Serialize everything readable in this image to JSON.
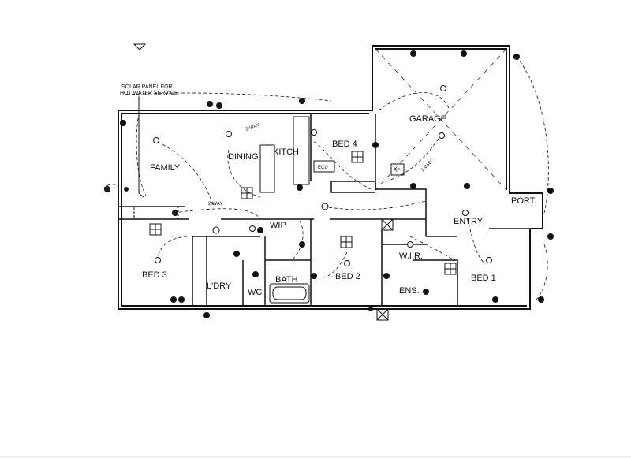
{
  "plan": {
    "solar_note_line1": "SOLAR PANEL FOR",
    "solar_note_line2": "HOT WATER SERVICE",
    "rooms": {
      "family": "FAMILY",
      "dining": "DINING",
      "kitch": "KITCH",
      "bed4": "BED 4",
      "garage": "GARAGE",
      "entry": "ENTRY",
      "port": "PORT.",
      "wip": "WIP",
      "bed3": "BED 3",
      "ldry": "L'DRY",
      "wc": "WC",
      "bath": "BATH",
      "bed2": "BED 2",
      "wir": "W.I.R.",
      "ens": "ENS.",
      "bed1": "BED 1"
    },
    "labels": {
      "two_way_a": "2-WAY",
      "two_way_b": "2-WAY",
      "two_way_c": "2-WAY",
      "ecu": "ECU",
      "rf": "RF"
    }
  }
}
